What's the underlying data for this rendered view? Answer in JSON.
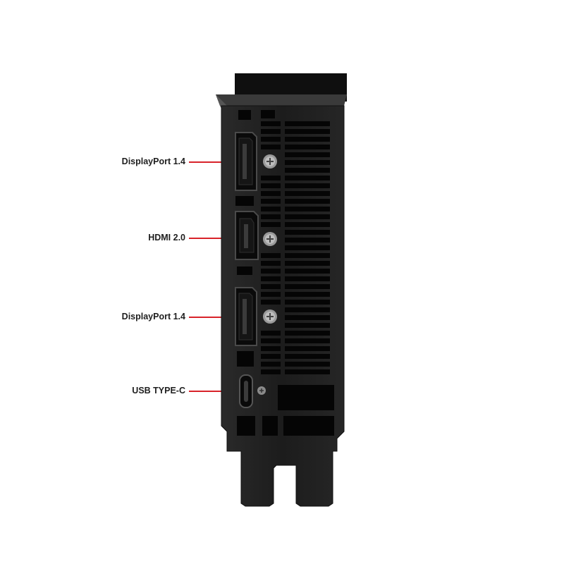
{
  "port_labels": [
    {
      "name": "DisplayPort 1.4",
      "port": "displayport"
    },
    {
      "name": "HDMI 2.0",
      "port": "hdmi"
    },
    {
      "name": "DisplayPort 1.4",
      "port": "displayport"
    },
    {
      "name": "USB TYPE-C",
      "port": "usb-c"
    }
  ],
  "colors": {
    "background": "#ffffff",
    "bracket": "#1f1f1f",
    "vent_slot": "#050505",
    "leader_line": "#d8232a",
    "label_text": "#1e1e1e"
  }
}
